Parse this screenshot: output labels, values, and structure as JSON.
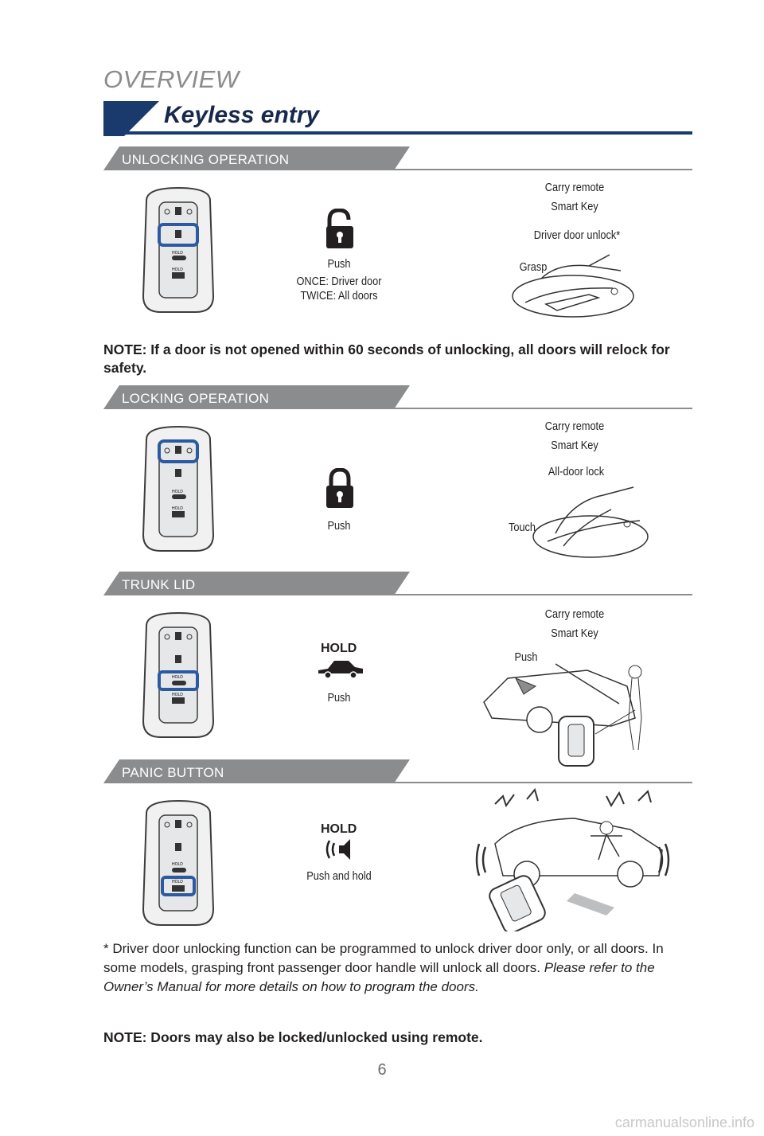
{
  "header": {
    "overview": "OVERVIEW",
    "title": "Keyless entry"
  },
  "sections": {
    "unlocking": {
      "label": "UNLOCKING OPERATION",
      "push": "Push",
      "once": "ONCE: Driver door",
      "twice": "TWICE: All doors",
      "carry1": "Carry remote",
      "carry2": "Smart Key",
      "driver_unlock": "Driver door unlock*",
      "grasp": "Grasp"
    },
    "locking": {
      "label": "LOCKING OPERATION",
      "push": "Push",
      "carry1": "Carry remote",
      "carry2": "Smart Key",
      "all_lock": "All-door lock",
      "touch": "Touch"
    },
    "trunk": {
      "label": "TRUNK LID",
      "hold": "HOLD",
      "push": "Push",
      "carry1": "Carry remote",
      "carry2": "Smart Key",
      "push_callout": "Push"
    },
    "panic": {
      "label": "PANIC BUTTON",
      "hold": "HOLD",
      "push_hold": "Push and hold"
    }
  },
  "notes": {
    "relock": "NOTE: If a door is not opened within 60 seconds of unlocking, all doors will relock for safety.",
    "footnote_main": "* Driver door unlocking function can be programmed to unlock driver door only, or all doors. In some models, grasping front passenger door handle will unlock all doors. ",
    "footnote_italic": "Please refer to the Owner’s Manual for more details on how to program the doors.",
    "remote": "NOTE: Doors may also be locked/unlocked using remote."
  },
  "page_number": "6",
  "watermark": "carmanualsonline.info",
  "colors": {
    "navy": "#1a3a6e",
    "gray_band": "#8a8c8e",
    "highlight": "#2b5aa0"
  }
}
